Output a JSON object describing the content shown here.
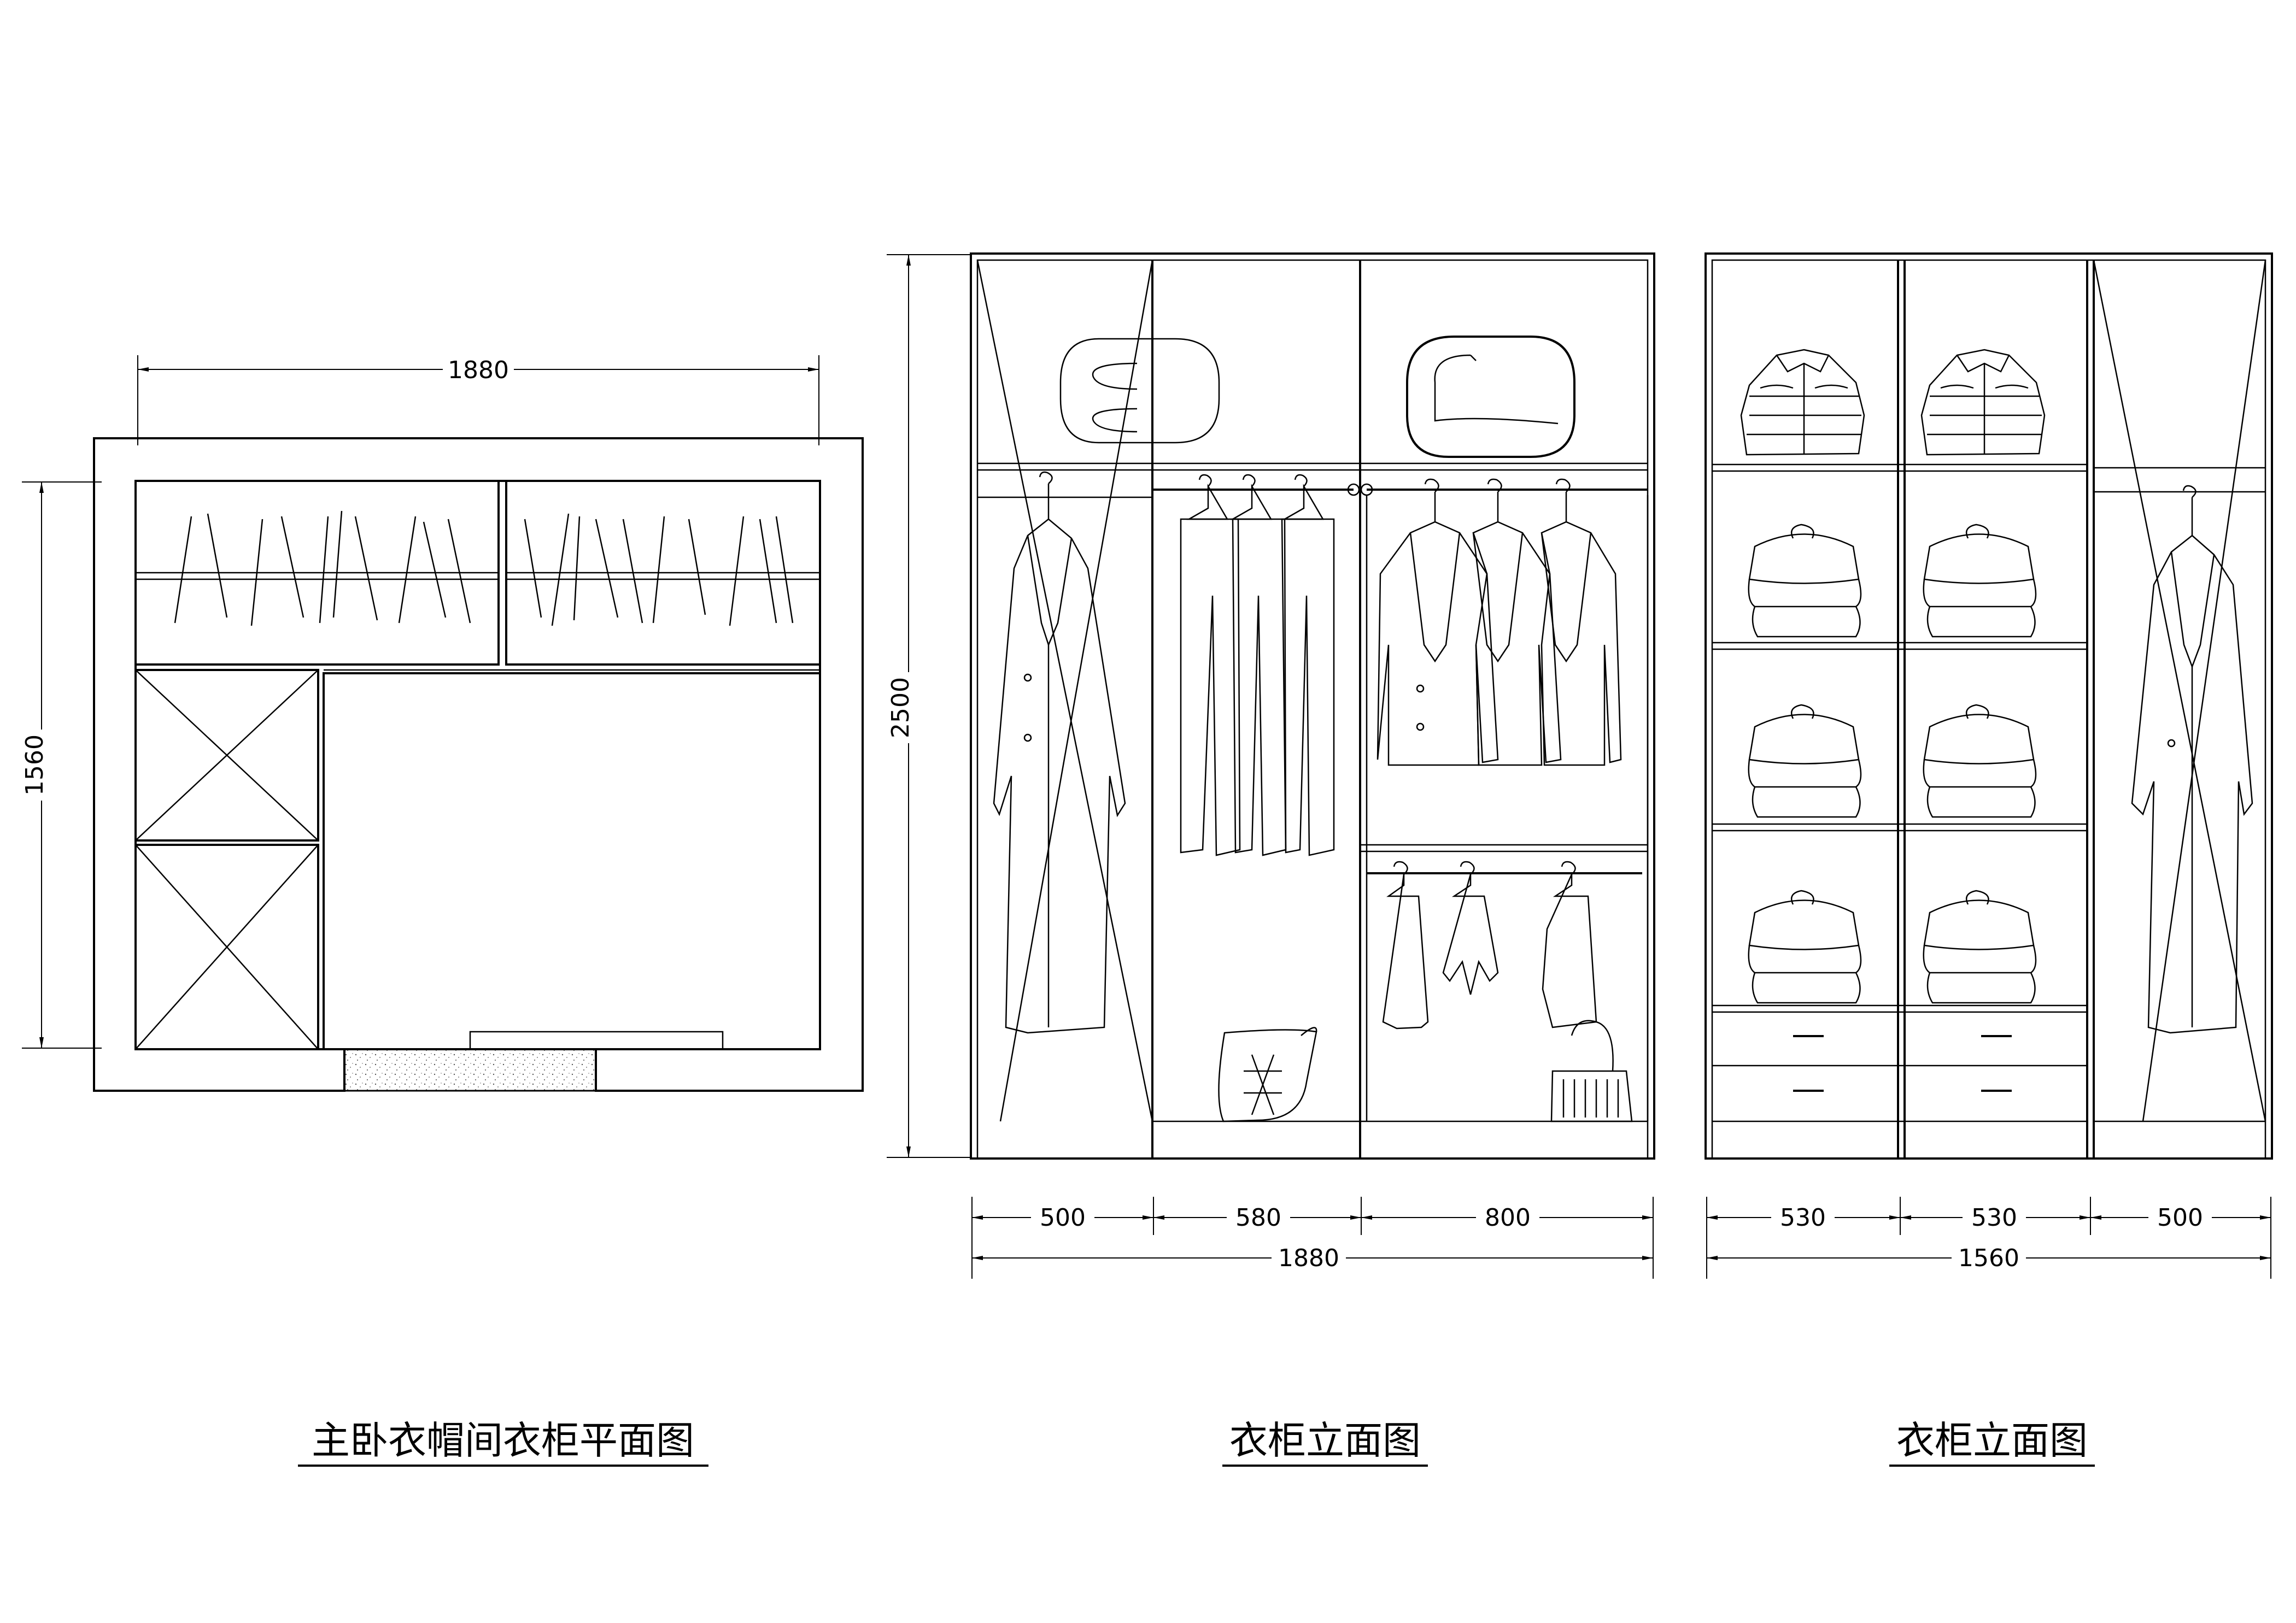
{
  "plan": {
    "title": "主卧衣帽间衣柜平面图",
    "dim_width": "1880",
    "dim_depth": "1560"
  },
  "elevation_a": {
    "title": "衣柜立面图",
    "dim_height": "2500",
    "dim_sections": [
      "500",
      "580",
      "800"
    ],
    "dim_total": "1880"
  },
  "elevation_b": {
    "title": "衣柜立面图",
    "dim_sections": [
      "530",
      "530",
      "500"
    ],
    "dim_total": "1560"
  }
}
